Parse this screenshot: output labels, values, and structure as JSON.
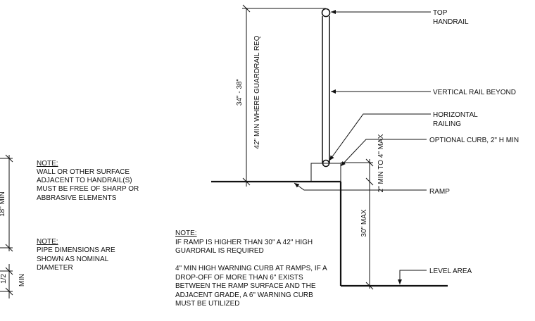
{
  "colors": {
    "ink": "#111111",
    "background": "#ffffff"
  },
  "callouts": {
    "top_handrail": [
      "TOP",
      "HANDRAIL"
    ],
    "vertical_rail": "VERTICAL RAIL BEYOND",
    "horizontal_railing": [
      "HORIZONTAL",
      "RAILING"
    ],
    "optional_curb": "OPTIONAL CURB, 2\" H MIN",
    "ramp": "RAMP",
    "level_area": "LEVEL AREA"
  },
  "dimensions": {
    "rail_height": "34\" - 38\"",
    "guardrail_height": "42\" MIN WHERE GUARDRAIL REQ",
    "curb_gap": "2\" MIN TO 4\" MAX",
    "drop": "30\" MAX",
    "left_min_1": "18\" MIN",
    "left_fraction": "1/2",
    "left_min_2": "MIN"
  },
  "notes": {
    "wall_note": {
      "title": "NOTE:",
      "lines": [
        "WALL OR OTHER SURFACE",
        "ADJACENT TO HANDRAIL(S)",
        "MUST BE FREE OF SHARP OR",
        "ABBRASIVE ELEMENTS"
      ]
    },
    "pipe_note": {
      "title": "NOTE:",
      "lines": [
        "PIPE DIMENSIONS ARE",
        "SHOWN AS NOMINAL",
        "DIAMETER"
      ]
    },
    "ramp_note": {
      "title": "NOTE:",
      "lines": [
        "IF RAMP IS HIGHER THAN 30\" A 42\" HIGH",
        "GUARDRAIL IS REQUIRED"
      ],
      "lines2": [
        "4\" MIN HIGH WARNING CURB AT RAMPS, IF A",
        "DROP-OFF OF MORE THAN 6\" EXISTS",
        "BETWEEN THE RAMP SURFACE AND THE",
        "ADJACENT GRADE, A 6\" WARNING CURB",
        "MUST BE UTILIZED"
      ]
    }
  }
}
